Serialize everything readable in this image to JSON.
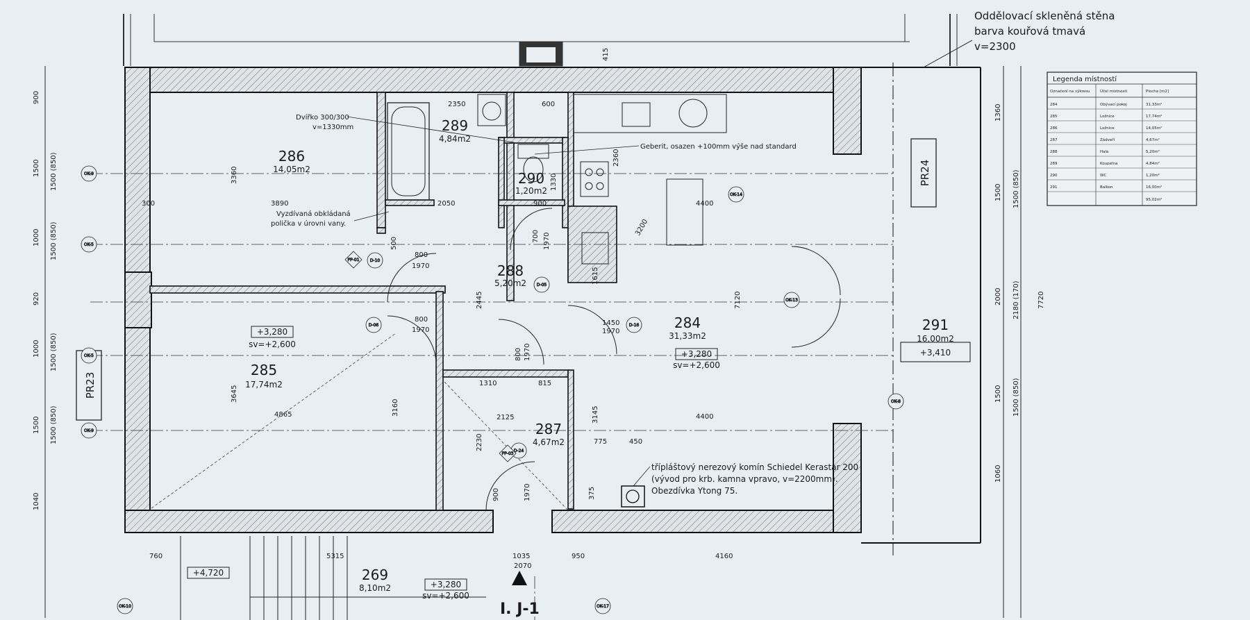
{
  "rooms": {
    "r286": {
      "num": "286",
      "area": "14,05m2"
    },
    "r285": {
      "num": "285",
      "area": "17,74m2"
    },
    "r289": {
      "num": "289",
      "area": "4,84m2"
    },
    "r290": {
      "num": "290",
      "area": "1,20m2"
    },
    "r288": {
      "num": "288",
      "area": "5,20m2"
    },
    "r287": {
      "num": "287",
      "area": "4,67m2"
    },
    "r284": {
      "num": "284",
      "area": "31,33m2"
    },
    "r291": {
      "num": "291",
      "area": "16,00m2"
    },
    "r269": {
      "num": "269",
      "area": "8,10m2"
    }
  },
  "levels": {
    "l285": "+3,280",
    "sv285": "sv=+2,600",
    "l284": "+3,280",
    "sv284": "sv=+2,600",
    "l291": "+3,410",
    "l269": "+3,280",
    "sv269": "sv=+2,600",
    "l_stair": "+4,720"
  },
  "notes": {
    "glass1": "Oddělovací skleněná stěna",
    "glass2": "barva kouřová tmavá",
    "glass3": "v=2300",
    "dvirko1": "Dvířko 300/300",
    "dvirko2": "v=1330mm",
    "geberit": "Geberit, osazen +100mm výše nad standard",
    "obkl1": "Vyzdívaná obkládaná",
    "obkl2": "polička v úrovni vany.",
    "chim1": "třípláštový nerezový komín Schiedel Kerastar 200",
    "chim2": "(vývod pro krb. kamna vpravo, v=2200mm).",
    "chim3": "Obezdívka Ytong 75.",
    "pr23": "PR23",
    "pr24": "PR24",
    "section": "I. J-1"
  },
  "dims": {
    "d3890": "3890",
    "d4865": "4865",
    "d3360": "3360",
    "d3645": "3645",
    "d3160": "3160",
    "d2350": "2350",
    "d600": "600",
    "d2050": "2050",
    "d900": "900",
    "d1970a": "1970",
    "d1310": "1310",
    "d815": "815",
    "d2125": "2125",
    "d2230": "2230",
    "d3145": "3145",
    "d775": "775",
    "d450": "450",
    "d375": "375",
    "d4400a": "4400",
    "d4400b": "4400",
    "d7120": "7120",
    "d2445": "2445",
    "d1615": "1615",
    "d2360": "2360",
    "d1330": "1330",
    "d800a": "800",
    "d1970b": "1970",
    "d800b": "800",
    "d1970c": "1970",
    "d1450": "1450",
    "d1970d": "1970",
    "d700": "700",
    "d1970e": "1970",
    "d800c": "800",
    "d1970f": "1970",
    "d900b": "900",
    "d1970g": "1970",
    "d1035": "1035",
    "d2070": "2070",
    "d950": "950",
    "d4160": "4160",
    "d5315": "5315",
    "d760": "760",
    "d500": "500",
    "d1500": "1500",
    "d3200": "3200",
    "d415": "415",
    "d300": "300",
    "rs900": "900",
    "rs1500": "1500",
    "rs1000": "1000",
    "rs920": "920",
    "rs1000b": "1000",
    "rs1500b": "1500",
    "rs1040": "1040",
    "ra1360": "1360",
    "ra1500": "1500",
    "ra2000": "2000",
    "ra1500b": "1500",
    "ra1060": "1060",
    "rb1500": "1500 (850)",
    "rb2180": "2180 (170)",
    "rb1500b": "1500 (850)",
    "rc7720": "7720",
    "ls1500": "1500 (850)",
    "ls1500b": "1500 (850)",
    "ls1500c": "1500 (850)",
    "ls1500d": "1500 (850)"
  },
  "tags": {
    "ok9": "OK-9",
    "ok5": "OK-5",
    "ok5b": "OK-5",
    "ok9b": "OK-9",
    "ok14": "OK-14",
    "ok13": "OK-13",
    "ok8": "OK-8",
    "ok10": "OK-10",
    "ok17": "OK-17",
    "d05": "D-05",
    "d10": "D-10",
    "d06": "D-06",
    "d16": "D-16",
    "d24": "D-24",
    "pp01": "PP-01",
    "pp03": "PP-03"
  },
  "legend": {
    "title": "Legenda místností",
    "headers": [
      "Označení na výkresu",
      "Účel místnosti",
      "Plocha [m2]"
    ],
    "rows": [
      [
        "284",
        "Obývací pokoj",
        "31,33m²"
      ],
      [
        "285",
        "Ložnice",
        "17,74m²"
      ],
      [
        "286",
        "Ložnice",
        "14,05m²"
      ],
      [
        "287",
        "Zádveří",
        "4,67m²"
      ],
      [
        "288",
        "Hala",
        "5,20m²"
      ],
      [
        "289",
        "Koupelna",
        "4,84m²"
      ],
      [
        "290",
        "WC",
        "1,20m²"
      ],
      [
        "291",
        "Balkon",
        "16,00m²"
      ]
    ],
    "total": "95,02m²"
  },
  "colors": {
    "paper": "#e9eef2",
    "ink": "#1a1a1a",
    "wall_fill": "#c9cfd4"
  }
}
